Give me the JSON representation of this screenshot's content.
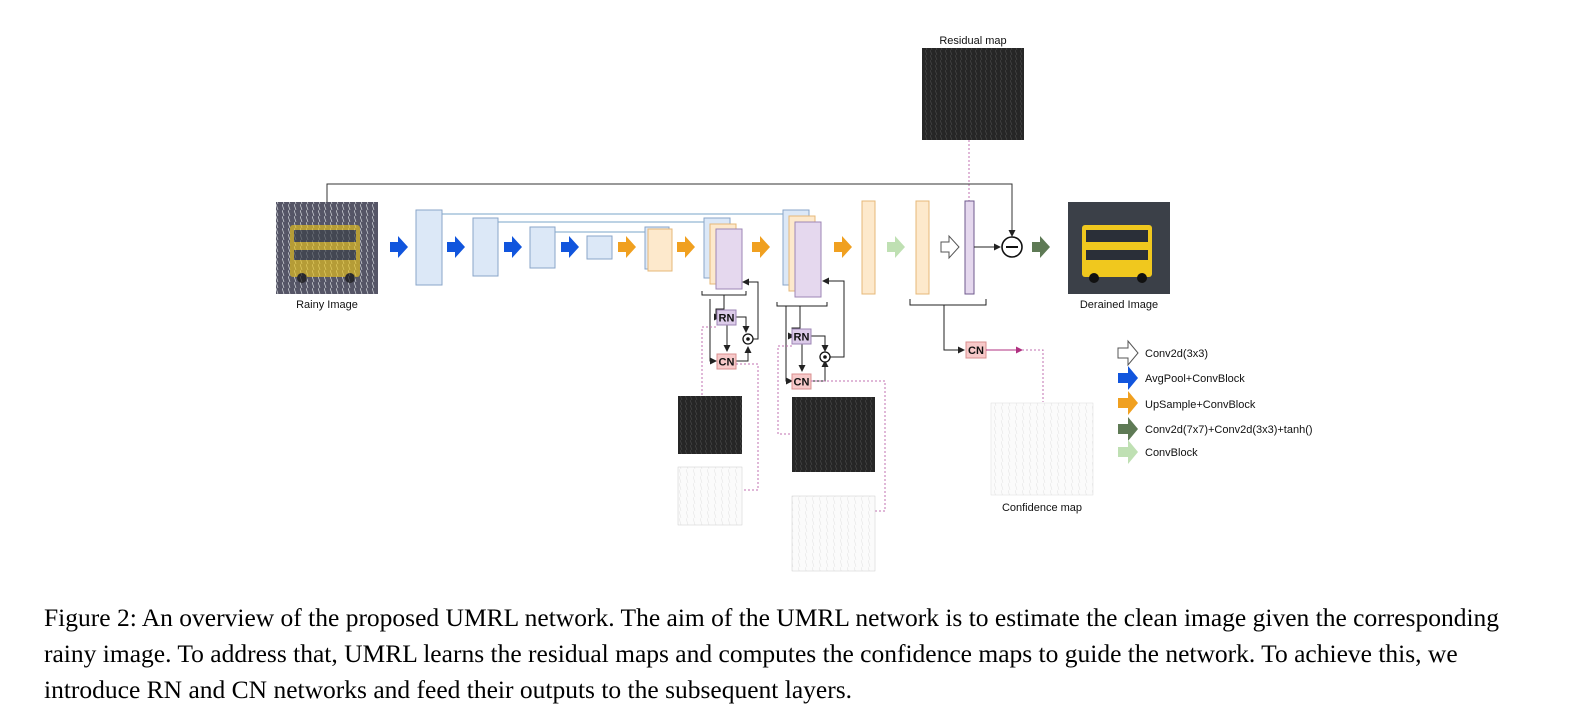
{
  "figure": {
    "labels": {
      "rainy_image": "Rainy Image",
      "derained_image": "Derained Image",
      "residual_map": "Residual map",
      "confidence_map": "Confidence map",
      "rn": "RN",
      "cn": "CN",
      "subtract": "⊖",
      "multiply": "⊙"
    },
    "legend": [
      {
        "label": "Conv2d(3x3)",
        "color": "#ffffff",
        "stroke": "#555555"
      },
      {
        "label": "AvgPool+ConvBlock",
        "color": "#1155dd",
        "stroke": "#1155dd"
      },
      {
        "label": "UpSample+ConvBlock",
        "color": "#f0a020",
        "stroke": "#f0a020"
      },
      {
        "label": "Conv2d(7x7)+Conv2d(3x3)+tanh()",
        "color": "#5e7a55",
        "stroke": "#5e7a55"
      },
      {
        "label": "ConvBlock",
        "color": "#bfe0b3",
        "stroke": "#bfe0b3"
      }
    ],
    "colors": {
      "encoder_block": "#dce8f7",
      "decoder_block": "#fde9cc",
      "feature_block": "#e5d8ee",
      "rn_block": "#dccbe9",
      "cn_block": "#f7c9c9",
      "dotted_link": "#c070b0"
    }
  },
  "caption": "Figure 2: An overview of the proposed UMRL network. The aim of the UMRL network is to estimate the clean image given the corresponding rainy image. To address that, UMRL learns the residual maps and computes the confidence maps to guide the network. To achieve this, we introduce RN and CN networks and feed their outputs to the subsequent layers."
}
